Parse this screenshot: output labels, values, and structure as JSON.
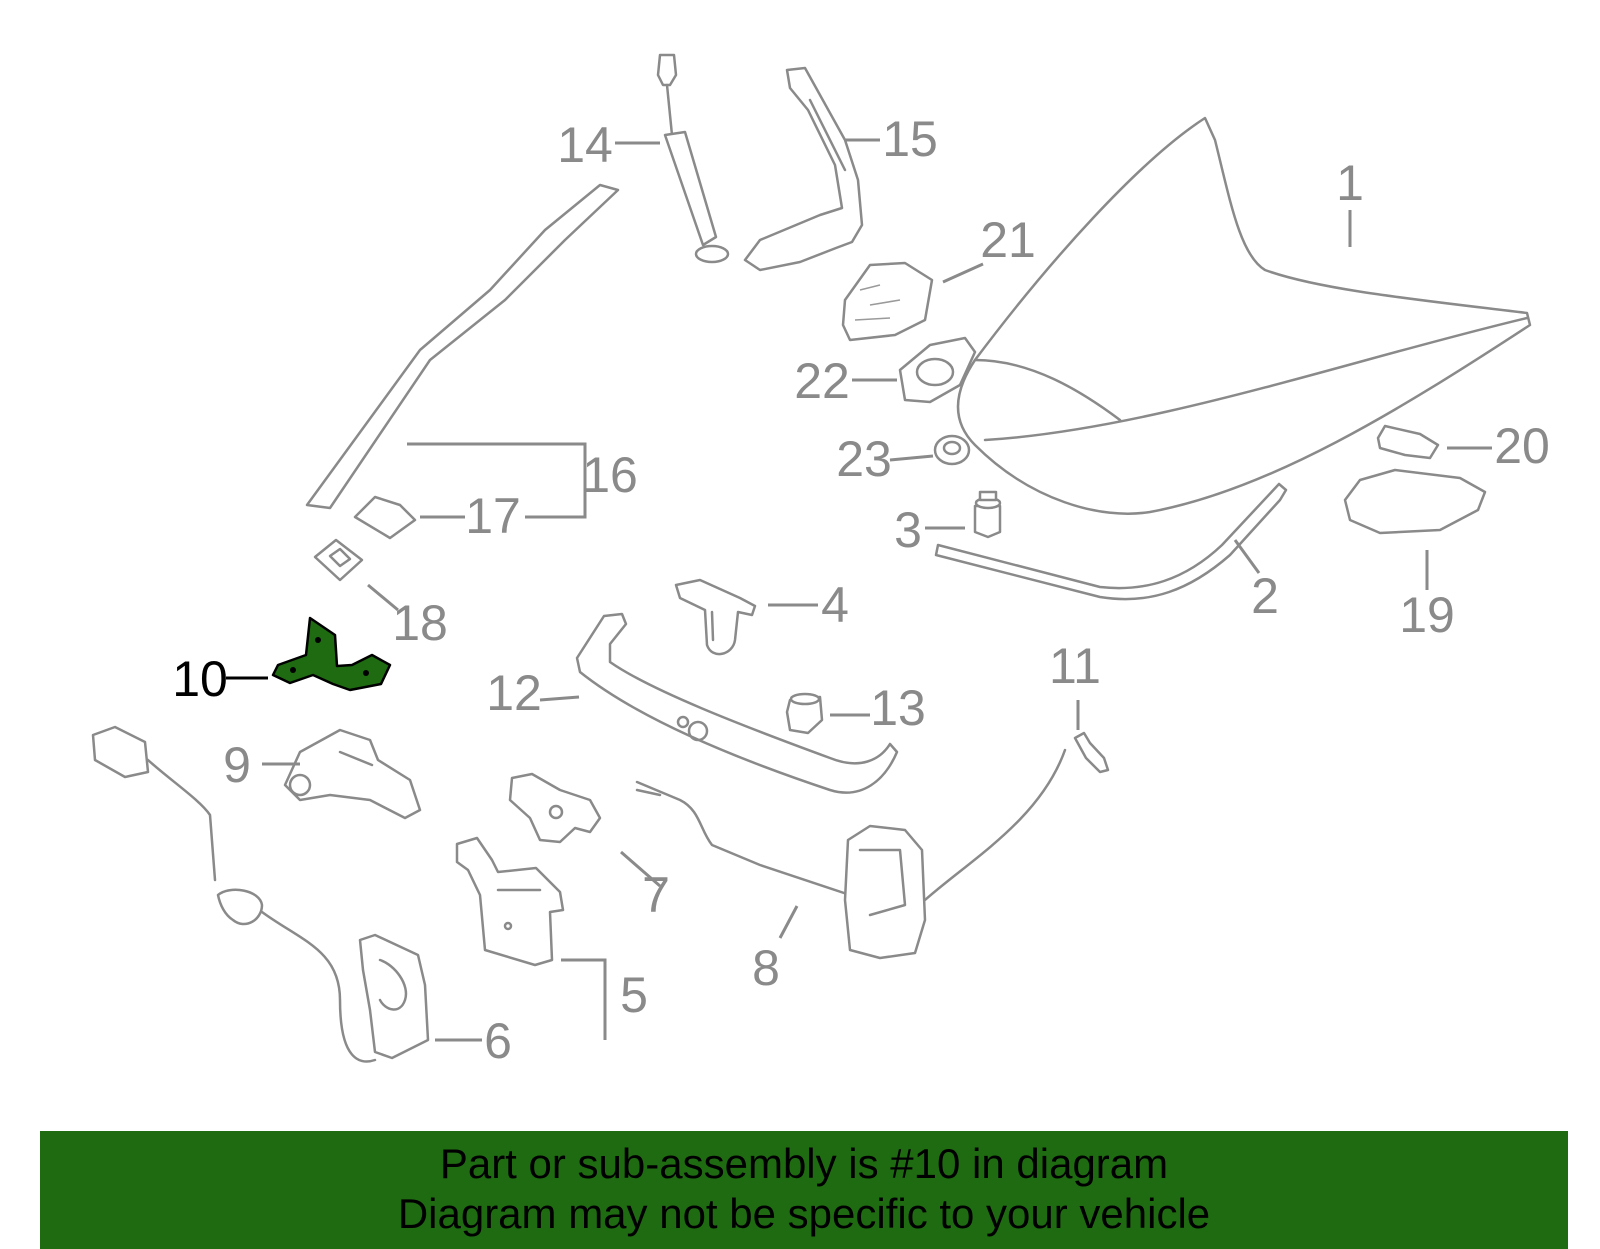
{
  "diagram": {
    "highlighted_part": "10",
    "callouts": [
      {
        "id": "p1",
        "label": "1"
      },
      {
        "id": "p2",
        "label": "2"
      },
      {
        "id": "p3",
        "label": "3"
      },
      {
        "id": "p4",
        "label": "4"
      },
      {
        "id": "p5",
        "label": "5"
      },
      {
        "id": "p6",
        "label": "6"
      },
      {
        "id": "p7",
        "label": "7"
      },
      {
        "id": "p8",
        "label": "8"
      },
      {
        "id": "p9",
        "label": "9"
      },
      {
        "id": "p10",
        "label": "10"
      },
      {
        "id": "p11",
        "label": "11"
      },
      {
        "id": "p12",
        "label": "12"
      },
      {
        "id": "p13",
        "label": "13"
      },
      {
        "id": "p14",
        "label": "14"
      },
      {
        "id": "p15",
        "label": "15"
      },
      {
        "id": "p16",
        "label": "16"
      },
      {
        "id": "p17",
        "label": "17"
      },
      {
        "id": "p18",
        "label": "18"
      },
      {
        "id": "p19",
        "label": "19"
      },
      {
        "id": "p20",
        "label": "20"
      },
      {
        "id": "p21",
        "label": "21"
      },
      {
        "id": "p22",
        "label": "22"
      },
      {
        "id": "p23",
        "label": "23"
      }
    ],
    "colors": {
      "line_art": "#8a8a8a",
      "highlight_fill": "#1f6b12",
      "highlight_label": "#000000",
      "banner_background": "#1f6b12"
    }
  },
  "banner": {
    "line1": "Part or sub-assembly is #10 in diagram",
    "line2": "Diagram may not be specific to your vehicle"
  }
}
